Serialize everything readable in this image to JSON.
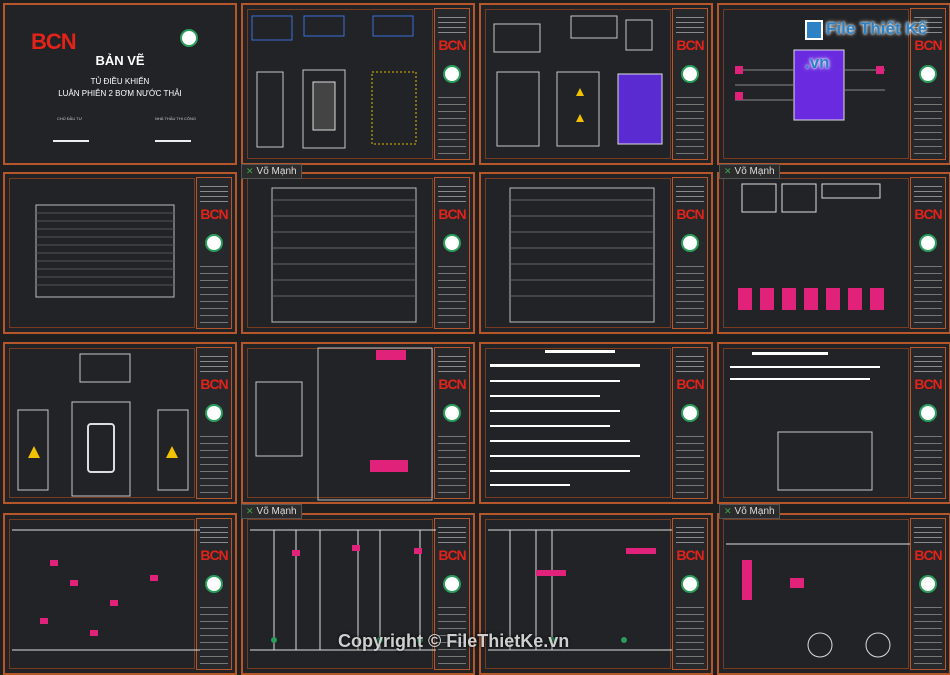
{
  "cover": {
    "logo": "BCN",
    "title": "BẢN VẼ",
    "subtitle_1": "TỦ ĐIỀU KHIỂN",
    "subtitle_2": "LUÂN PHIÊN 2 BƠM NƯỚC THẢI",
    "owner_label": "CHỦ ĐẦU TƯ",
    "contractor_label": "NHÀ THẦU THI CÔNG"
  },
  "title_block": {
    "logo": "BCN"
  },
  "author_tags": [
    "Võ Mạnh",
    "Võ Mạnh",
    "Võ Mạnh",
    "Võ Mạnh"
  ],
  "watermark": {
    "text": "File Thiết Kế .vn"
  },
  "copyright": {
    "text": "Copyright © FileThietKe.vn"
  },
  "colors": {
    "frame": "#b5572a",
    "brand_red": "#e2231a",
    "sheet_bg": "#212326",
    "watermark": "#2d82c6"
  }
}
